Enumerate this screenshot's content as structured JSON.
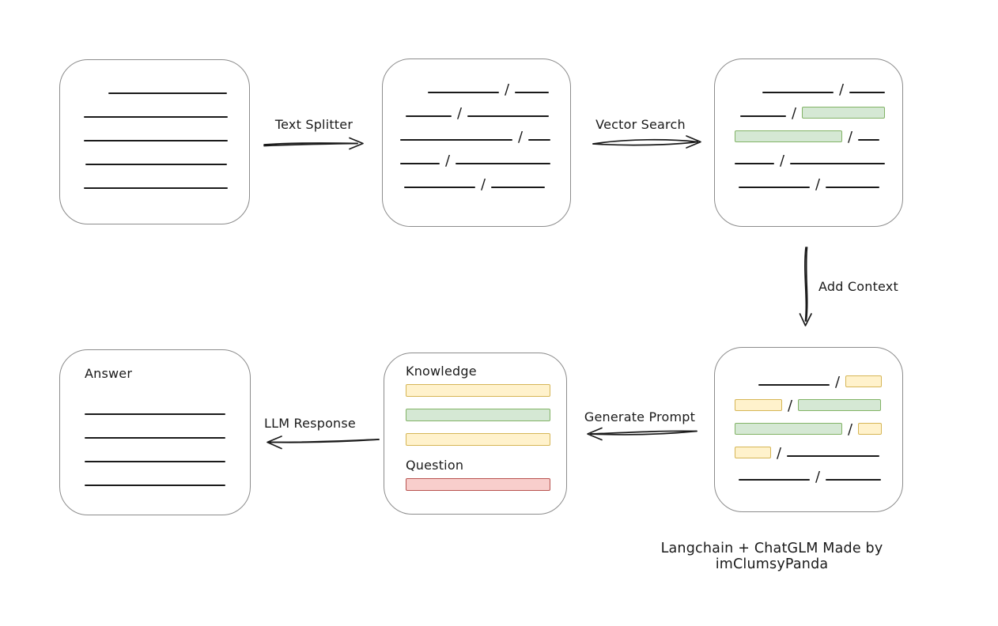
{
  "diagram": {
    "caption": "Langchain + ChatGLM Made by imClumsyPanda",
    "separator": "/",
    "colors": {
      "ink": "#1a1a1a",
      "box_stroke": "#8c8c8c",
      "green_fill": "#d5e8d4",
      "green_stroke": "#82b366",
      "yellow_fill": "#fff2cc",
      "yellow_stroke": "#d6b656",
      "red_fill": "#f8cecc",
      "red_stroke": "#b85450"
    },
    "arrows": {
      "text_splitter": "Text Splitter",
      "vector_search": "Vector Search",
      "add_context": "Add Context",
      "generate_prompt": "Generate Prompt",
      "llm_response": "LLM Response"
    },
    "boxes": {
      "document": {
        "rows": [
          {
            "indent": 31,
            "segs": [
              {
                "kind": "line",
                "w": 150
              }
            ]
          },
          {
            "indent": 0,
            "segs": [
              {
                "kind": "line",
                "w": 182
              }
            ]
          },
          {
            "indent": 0,
            "segs": [
              {
                "kind": "line",
                "w": 182
              }
            ]
          },
          {
            "indent": 2,
            "segs": [
              {
                "kind": "line",
                "w": 179
              }
            ]
          },
          {
            "indent": 0,
            "segs": [
              {
                "kind": "line",
                "w": 182
              }
            ]
          }
        ]
      },
      "chunks": {
        "rows": [
          {
            "indent": 35,
            "segs": [
              {
                "kind": "line",
                "w": 90
              },
              {
                "kind": "line",
                "w": 43
              }
            ]
          },
          {
            "indent": 7,
            "segs": [
              {
                "kind": "line",
                "w": 58
              },
              {
                "kind": "line",
                "w": 103
              }
            ]
          },
          {
            "indent": 0,
            "segs": [
              {
                "kind": "line",
                "w": 142
              },
              {
                "kind": "line",
                "w": 28
              }
            ]
          },
          {
            "indent": 0,
            "segs": [
              {
                "kind": "line",
                "w": 50
              },
              {
                "kind": "line",
                "w": 120
              }
            ]
          },
          {
            "indent": 5,
            "segs": [
              {
                "kind": "line",
                "w": 90
              },
              {
                "kind": "line",
                "w": 68
              }
            ]
          }
        ]
      },
      "retrieved": {
        "rows": [
          {
            "indent": 35,
            "segs": [
              {
                "kind": "line",
                "w": 90
              },
              {
                "kind": "line",
                "w": 45
              }
            ]
          },
          {
            "indent": 7,
            "segs": [
              {
                "kind": "line",
                "w": 58
              },
              {
                "kind": "green",
                "w": 105
              }
            ]
          },
          {
            "indent": 0,
            "segs": [
              {
                "kind": "green",
                "w": 136
              },
              {
                "kind": "line",
                "w": 27
              }
            ]
          },
          {
            "indent": 0,
            "segs": [
              {
                "kind": "line",
                "w": 50
              },
              {
                "kind": "line",
                "w": 120
              }
            ]
          },
          {
            "indent": 5,
            "segs": [
              {
                "kind": "line",
                "w": 90
              },
              {
                "kind": "line",
                "w": 68
              }
            ]
          }
        ]
      },
      "context": {
        "rows": [
          {
            "indent": 30,
            "segs": [
              {
                "kind": "line",
                "w": 90
              },
              {
                "kind": "yellow",
                "w": 46
              }
            ]
          },
          {
            "indent": 0,
            "segs": [
              {
                "kind": "yellow",
                "w": 60
              },
              {
                "kind": "green",
                "w": 105
              }
            ]
          },
          {
            "indent": 0,
            "segs": [
              {
                "kind": "green",
                "w": 136
              },
              {
                "kind": "yellow",
                "w": 30
              }
            ]
          },
          {
            "indent": 0,
            "segs": [
              {
                "kind": "yellow",
                "w": 46
              },
              {
                "kind": "line",
                "w": 117
              }
            ]
          },
          {
            "indent": 5,
            "segs": [
              {
                "kind": "line",
                "w": 90
              },
              {
                "kind": "line",
                "w": 70
              }
            ]
          }
        ]
      },
      "prompt": {
        "items": [
          {
            "kind": "heading",
            "text": "Knowledge"
          },
          {
            "kind": "bar",
            "color": "yellow"
          },
          {
            "kind": "bar",
            "color": "green"
          },
          {
            "kind": "bar",
            "color": "yellow"
          },
          {
            "kind": "heading",
            "text": "Question"
          },
          {
            "kind": "bar",
            "color": "red"
          }
        ]
      },
      "answer": {
        "heading": "Answer",
        "rows": [
          {
            "indent": 0,
            "segs": [
              {
                "kind": "line",
                "w": 178
              }
            ]
          },
          {
            "indent": 0,
            "segs": [
              {
                "kind": "line",
                "w": 178
              }
            ]
          },
          {
            "indent": 0,
            "segs": [
              {
                "kind": "line",
                "w": 178
              }
            ]
          },
          {
            "indent": 0,
            "segs": [
              {
                "kind": "line",
                "w": 178
              }
            ]
          }
        ]
      }
    }
  }
}
